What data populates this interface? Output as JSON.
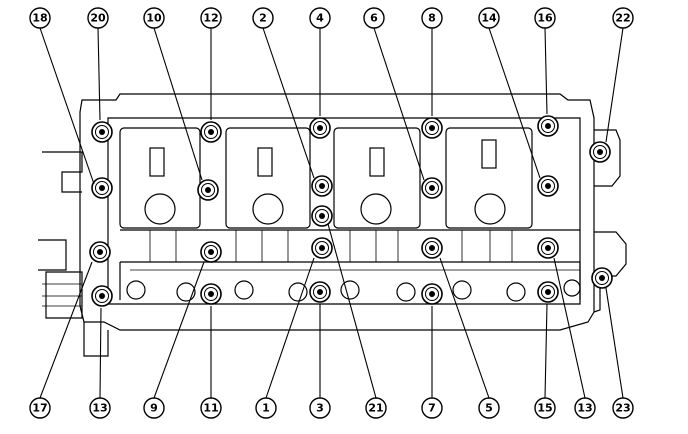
{
  "diagram": {
    "top_callouts": [
      "18",
      "20",
      "10",
      "12",
      "2",
      "4",
      "6",
      "8",
      "14",
      "16",
      "22"
    ],
    "bottom_callouts": [
      "17",
      "13",
      "9",
      "11",
      "1",
      "3",
      "21",
      "7",
      "5",
      "15",
      "13",
      "23"
    ]
  }
}
